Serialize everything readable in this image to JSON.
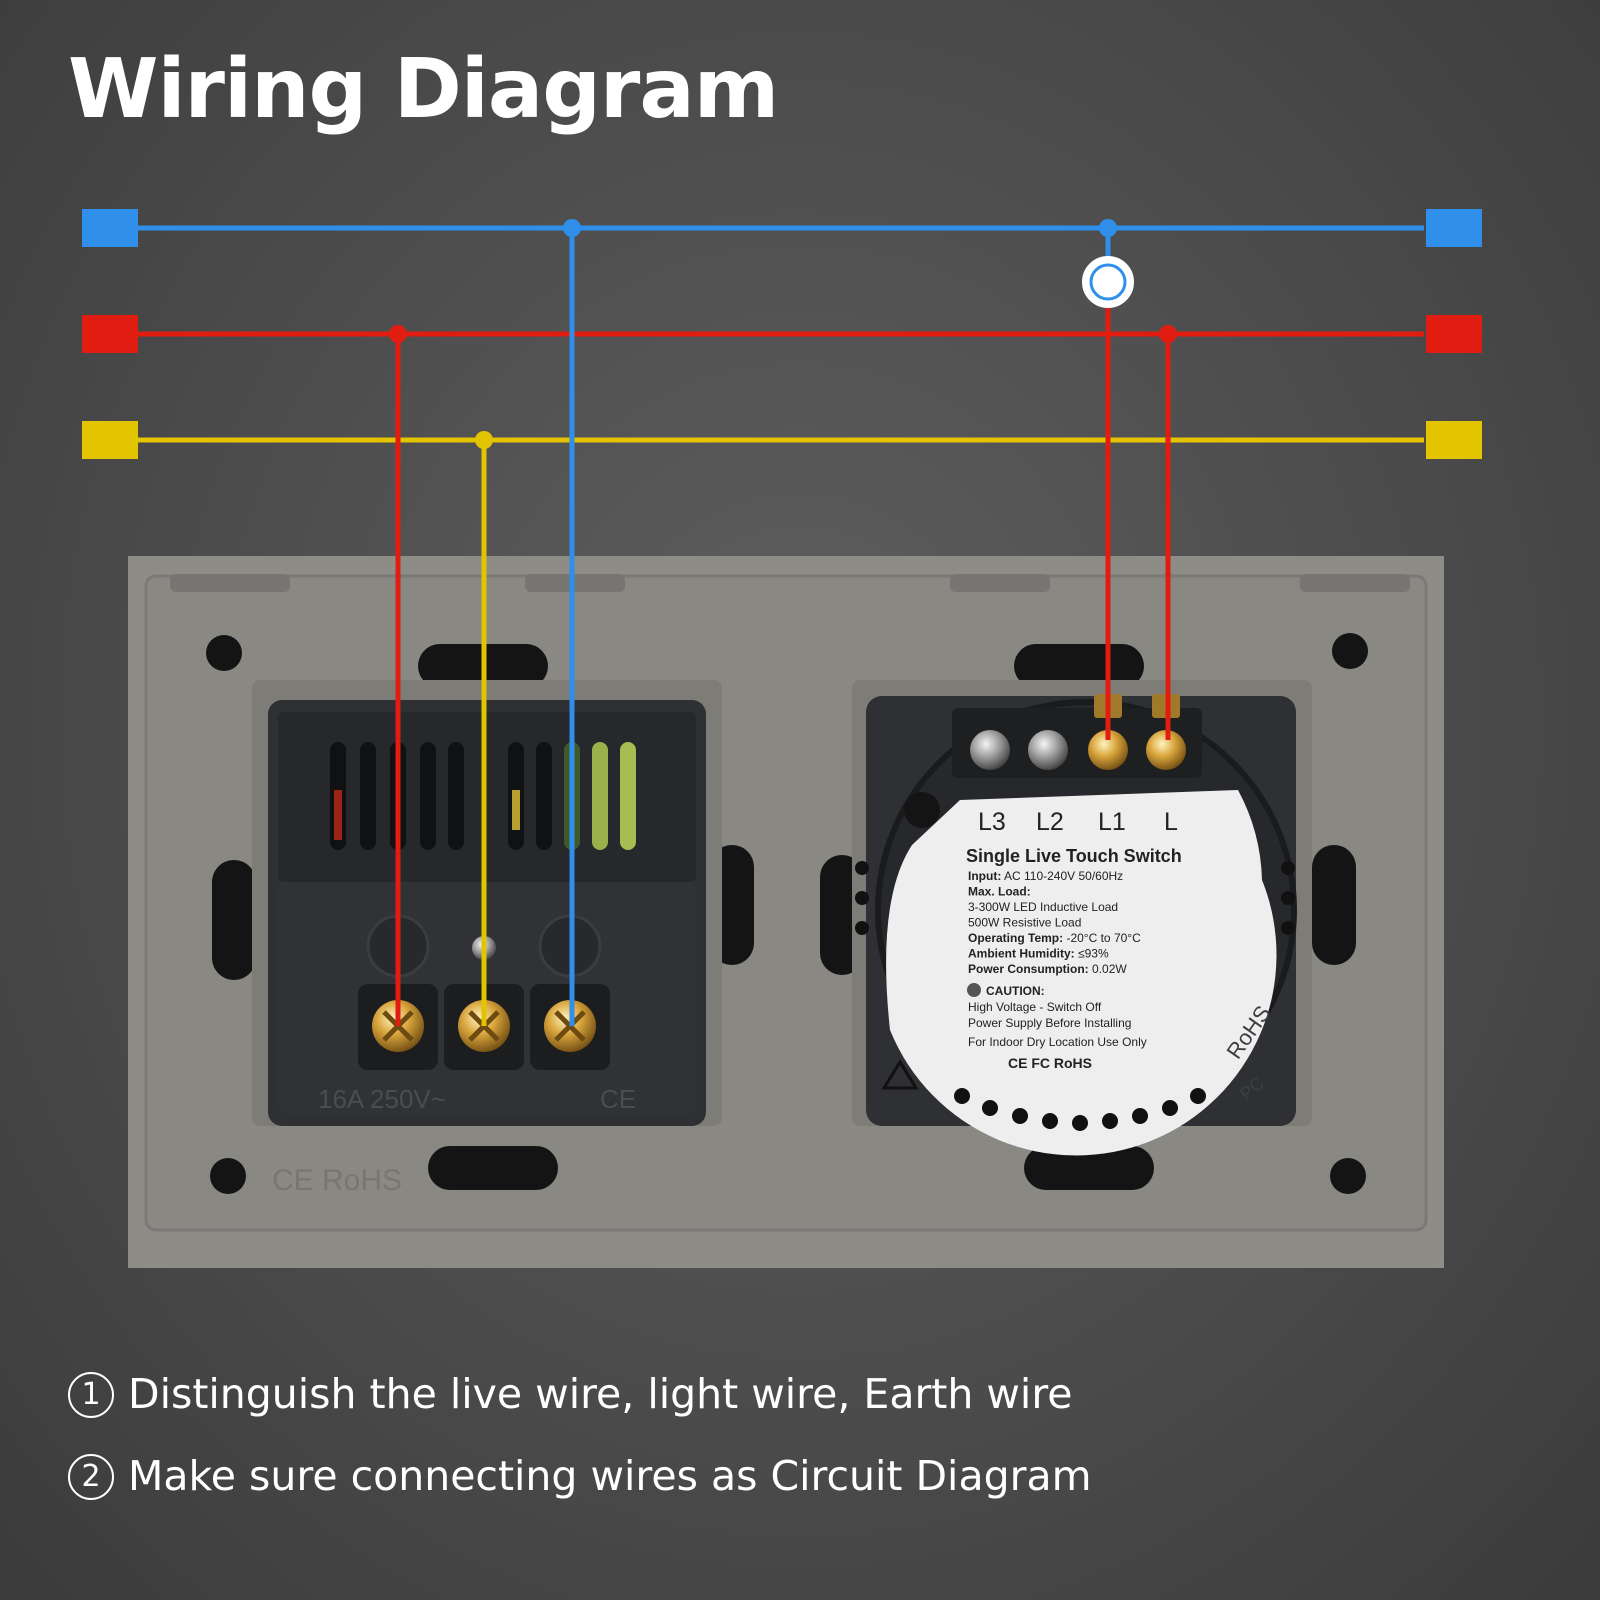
{
  "title": "Wiring Diagram",
  "colors": {
    "blue_wire": "#2f8fea",
    "red_wire": "#e11d12",
    "yellow_wire": "#e3c400",
    "frame": "#8d8c87",
    "module": "#2e3033",
    "label": "#eeeeee"
  },
  "socket": {
    "rating": "16A 250V~",
    "mark": "CE",
    "frame_mark": "CE RoHS"
  },
  "switch": {
    "terminals": [
      "L3",
      "L2",
      "L1",
      "L"
    ],
    "label_title": "Single Live Touch Switch",
    "specs": [
      {
        "key": "Input:",
        "value": " AC 110-240V 50/60Hz"
      },
      {
        "key": "Max. Load:",
        "value": ""
      },
      {
        "key": "",
        "value": "3-300W LED Inductive Load"
      },
      {
        "key": "",
        "value": "500W Resistive Load"
      },
      {
        "key": "Operating Temp:",
        "value": " -20°C to 70°C"
      },
      {
        "key": "Ambient Humidity:",
        "value": " ≤93%"
      },
      {
        "key": "Power Consumption:",
        "value": " 0.02W"
      }
    ],
    "caution_title": "CAUTION:",
    "caution_lines": [
      "High Voltage - Switch Off",
      "Power Supply Before Installing"
    ],
    "indoor_note": "For Indoor Dry Location Use Only",
    "cert_marks": "CE FC RoHS",
    "side_marks": [
      "RoHS",
      "PC"
    ]
  },
  "instructions": [
    {
      "num": "1",
      "text": "Distinguish the live wire, light wire, Earth wire"
    },
    {
      "num": "2",
      "text": "Make sure connecting wires as Circuit Diagram"
    }
  ]
}
